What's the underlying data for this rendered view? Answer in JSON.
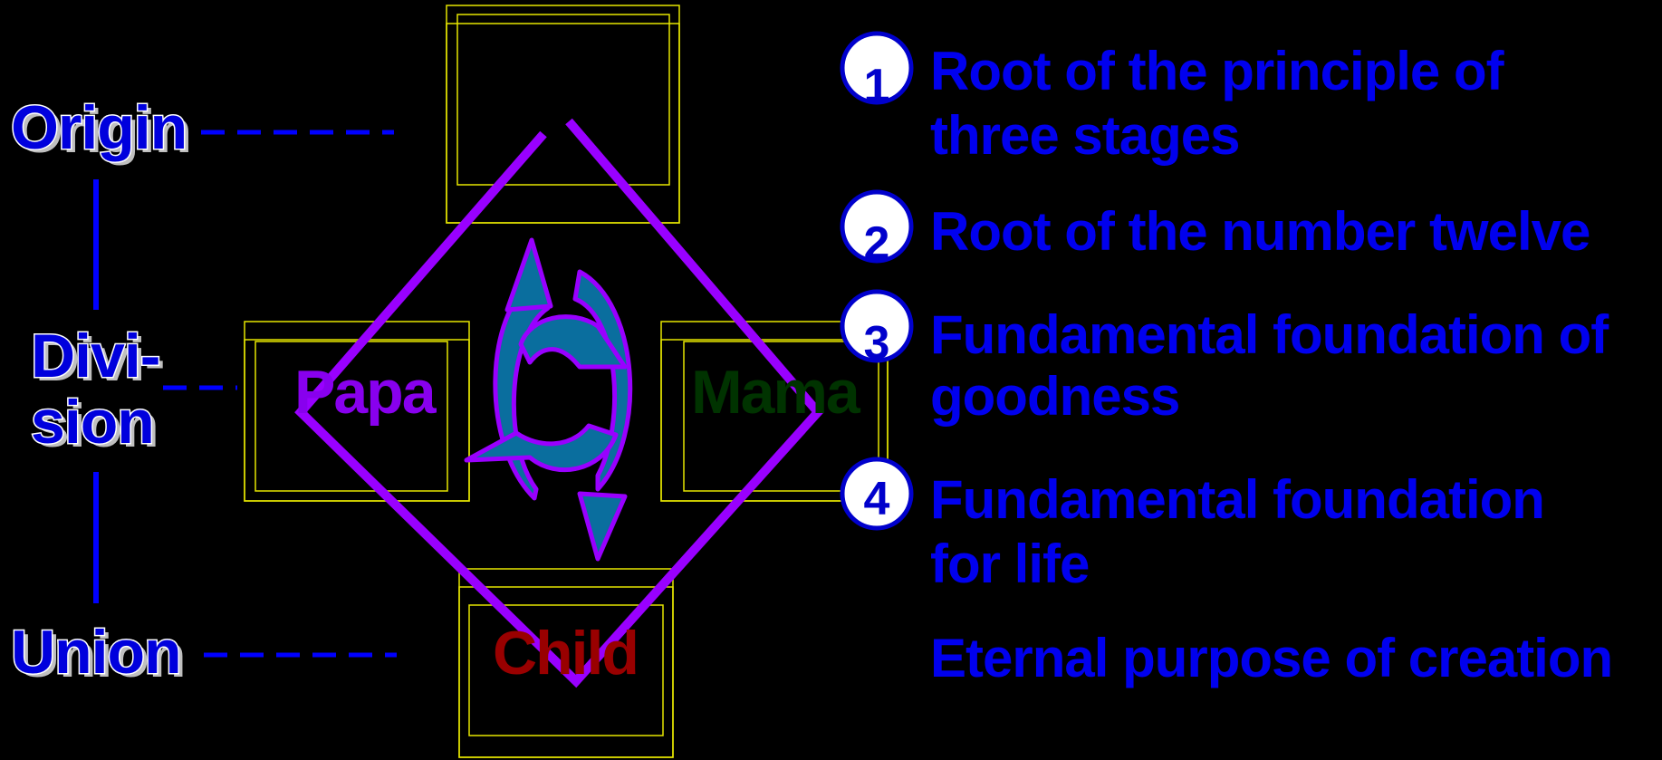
{
  "stages": {
    "origin": "Origin",
    "division_line1": "Divi-",
    "division_line2": "sion",
    "union": "Union"
  },
  "members": {
    "papa": "Papa",
    "mama": "Mama",
    "child": "Child"
  },
  "purposes": [
    {
      "number": "1",
      "line1": "Root of the principle of",
      "line2": "three stages"
    },
    {
      "number": "2",
      "line1": "Root of the number twelve",
      "line2": ""
    },
    {
      "number": "3",
      "line1": "Fundamental foundation of",
      "line2": "goodness"
    },
    {
      "number": "4",
      "line1": "Fundamental foundation",
      "line2": "for life"
    }
  ],
  "final_purpose": "Eternal purpose of creation",
  "colors": {
    "background": "#000000",
    "stage_text": "#0000dd",
    "item_text": "#0000ee",
    "diamond": "#9900ff",
    "frame": "#e6e600",
    "papa": "#8800ee",
    "mama": "#003300",
    "child": "#990000",
    "cycle_fill": "#0a6e9e"
  }
}
